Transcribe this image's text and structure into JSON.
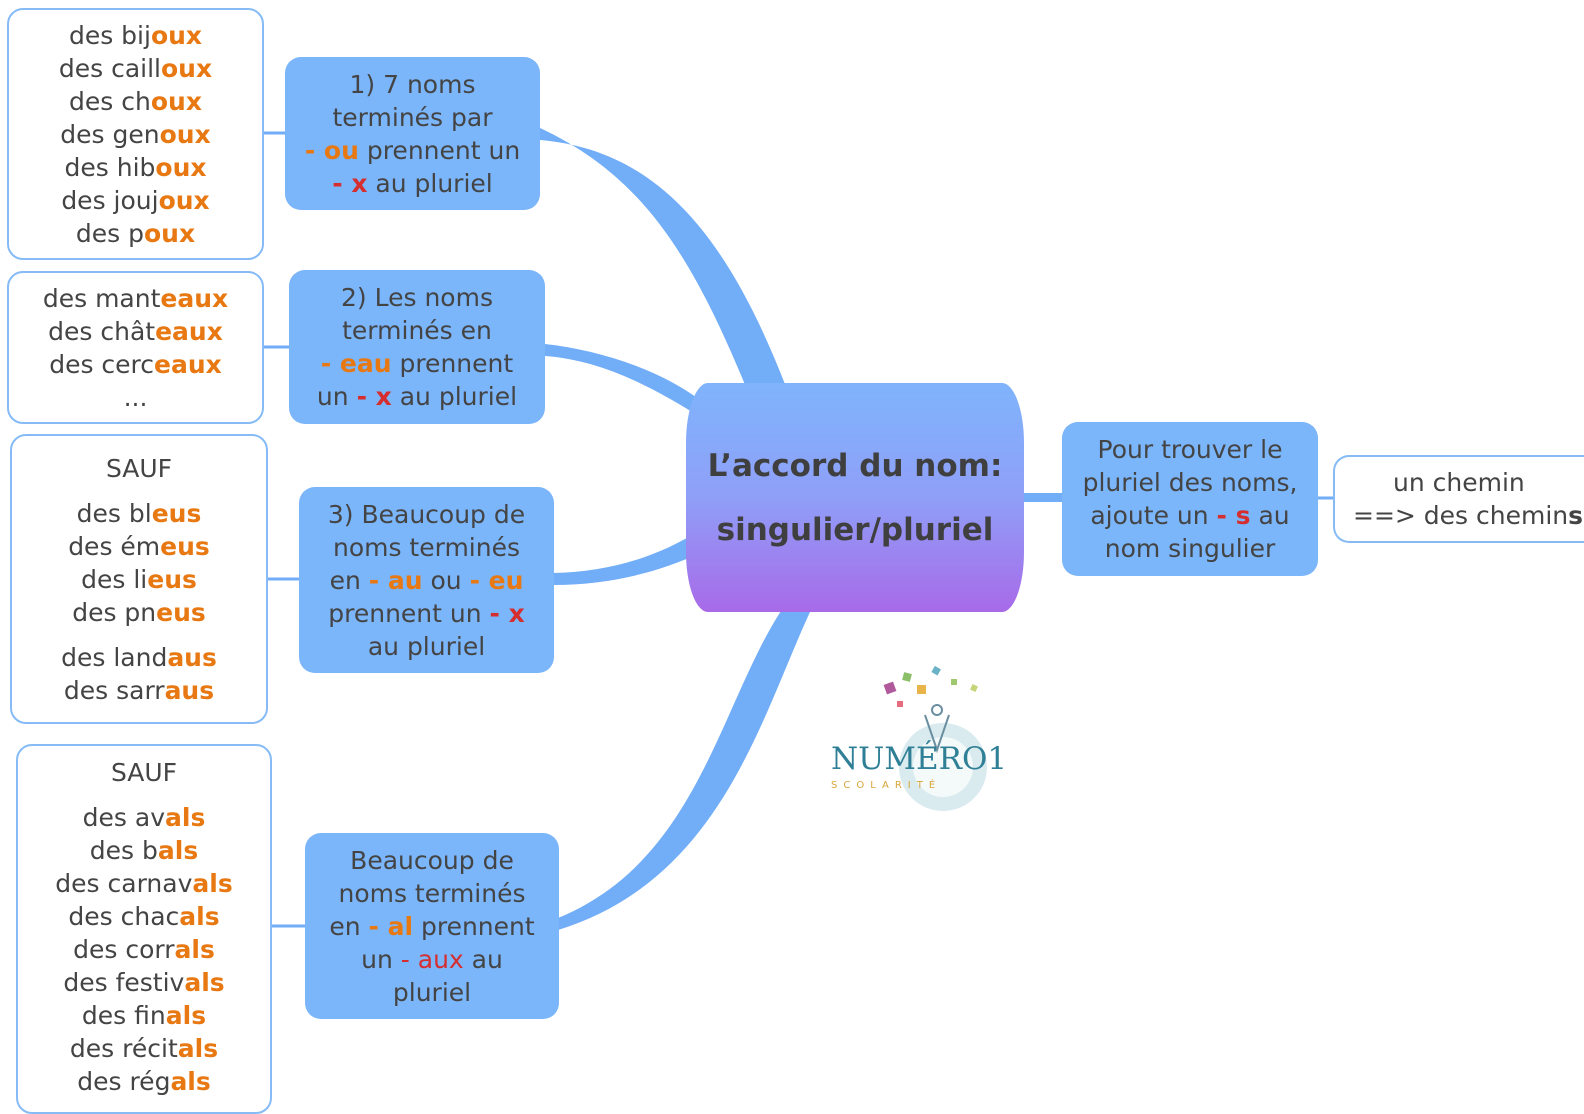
{
  "center": {
    "line1": "L’accord du nom:",
    "line2": "singulier/pluriel"
  },
  "rule1": {
    "line1": "1) 7 noms",
    "line2": "terminés par",
    "suffix": "- ou",
    "after_suffix": " prennent un",
    "x": "- x",
    "tail": " au pluriel",
    "examples": [
      {
        "stem": "des bij",
        "ending": "oux"
      },
      {
        "stem": "des caill",
        "ending": "oux"
      },
      {
        "stem": "des ch",
        "ending": "oux"
      },
      {
        "stem": "des gen",
        "ending": "oux"
      },
      {
        "stem": "des hib",
        "ending": "oux"
      },
      {
        "stem": "des jouj",
        "ending": "oux"
      },
      {
        "stem": "des p",
        "ending": "oux"
      }
    ]
  },
  "rule2": {
    "line1": "2) Les noms",
    "line2": "terminés en",
    "suffix": "- eau",
    "after_suffix": " prennent",
    "pre_x": "un ",
    "x": "- x",
    "tail": " au pluriel",
    "examples": [
      {
        "stem": "des mant",
        "ending": "eaux"
      },
      {
        "stem": "des chât",
        "ending": "eaux"
      },
      {
        "stem": "des cerc",
        "ending": "eaux"
      }
    ],
    "more": "..."
  },
  "rule3": {
    "line1": "3) Beaucoup de",
    "line2": "noms terminés",
    "pre": "en ",
    "suffix_a": "- au",
    "mid": " ou ",
    "suffix_b": "- eu",
    "line4_pre": "prennent un ",
    "x": "- x",
    "line5": "au pluriel",
    "sauf": "SAUF",
    "examples_eu": [
      {
        "stem": "des bl",
        "ending": "eus"
      },
      {
        "stem": "des ém",
        "ending": "eus"
      },
      {
        "stem": "des li",
        "ending": "eus"
      },
      {
        "stem": "des pn",
        "ending": "eus"
      }
    ],
    "examples_au": [
      {
        "stem": "des land",
        "ending": "aus"
      },
      {
        "stem": "des sarr",
        "ending": "aus"
      }
    ]
  },
  "rule4": {
    "line1": "Beaucoup de",
    "line2": "noms terminés",
    "pre": "en ",
    "suffix": "- al",
    "after_suffix": " prennent",
    "pre_aux": "un ",
    "aux": "- aux",
    "after_aux": " au",
    "line5": "pluriel",
    "sauf": "SAUF",
    "examples": [
      {
        "stem": "des av",
        "ending": "als"
      },
      {
        "stem": "des b",
        "ending": "als"
      },
      {
        "stem": "des carnav",
        "ending": "als"
      },
      {
        "stem": "des chac",
        "ending": "als"
      },
      {
        "stem": "des corr",
        "ending": "als"
      },
      {
        "stem": "des festiv",
        "ending": "als"
      },
      {
        "stem": "des fin",
        "ending": "als"
      },
      {
        "stem": "des récit",
        "ending": "als"
      },
      {
        "stem": "des rég",
        "ending": "als"
      }
    ]
  },
  "general": {
    "line1": "Pour trouver le",
    "line2": "pluriel des noms,",
    "line3_pre": "ajoute un ",
    "s": "- s",
    "line3_post": " au",
    "line4": "nom singulier",
    "example_line1": "un chemin",
    "example_pre": "==> des chemin",
    "example_ending": "s"
  },
  "logo": {
    "word": "NUMÉRO1",
    "sub": "SCOLARITÉ"
  },
  "colors": {
    "topic": "#7bb5fa",
    "leaf_border": "#86bbf6",
    "branch": "#72adf7",
    "ending_orange": "#e87812",
    "x_red": "#d62e2e"
  }
}
